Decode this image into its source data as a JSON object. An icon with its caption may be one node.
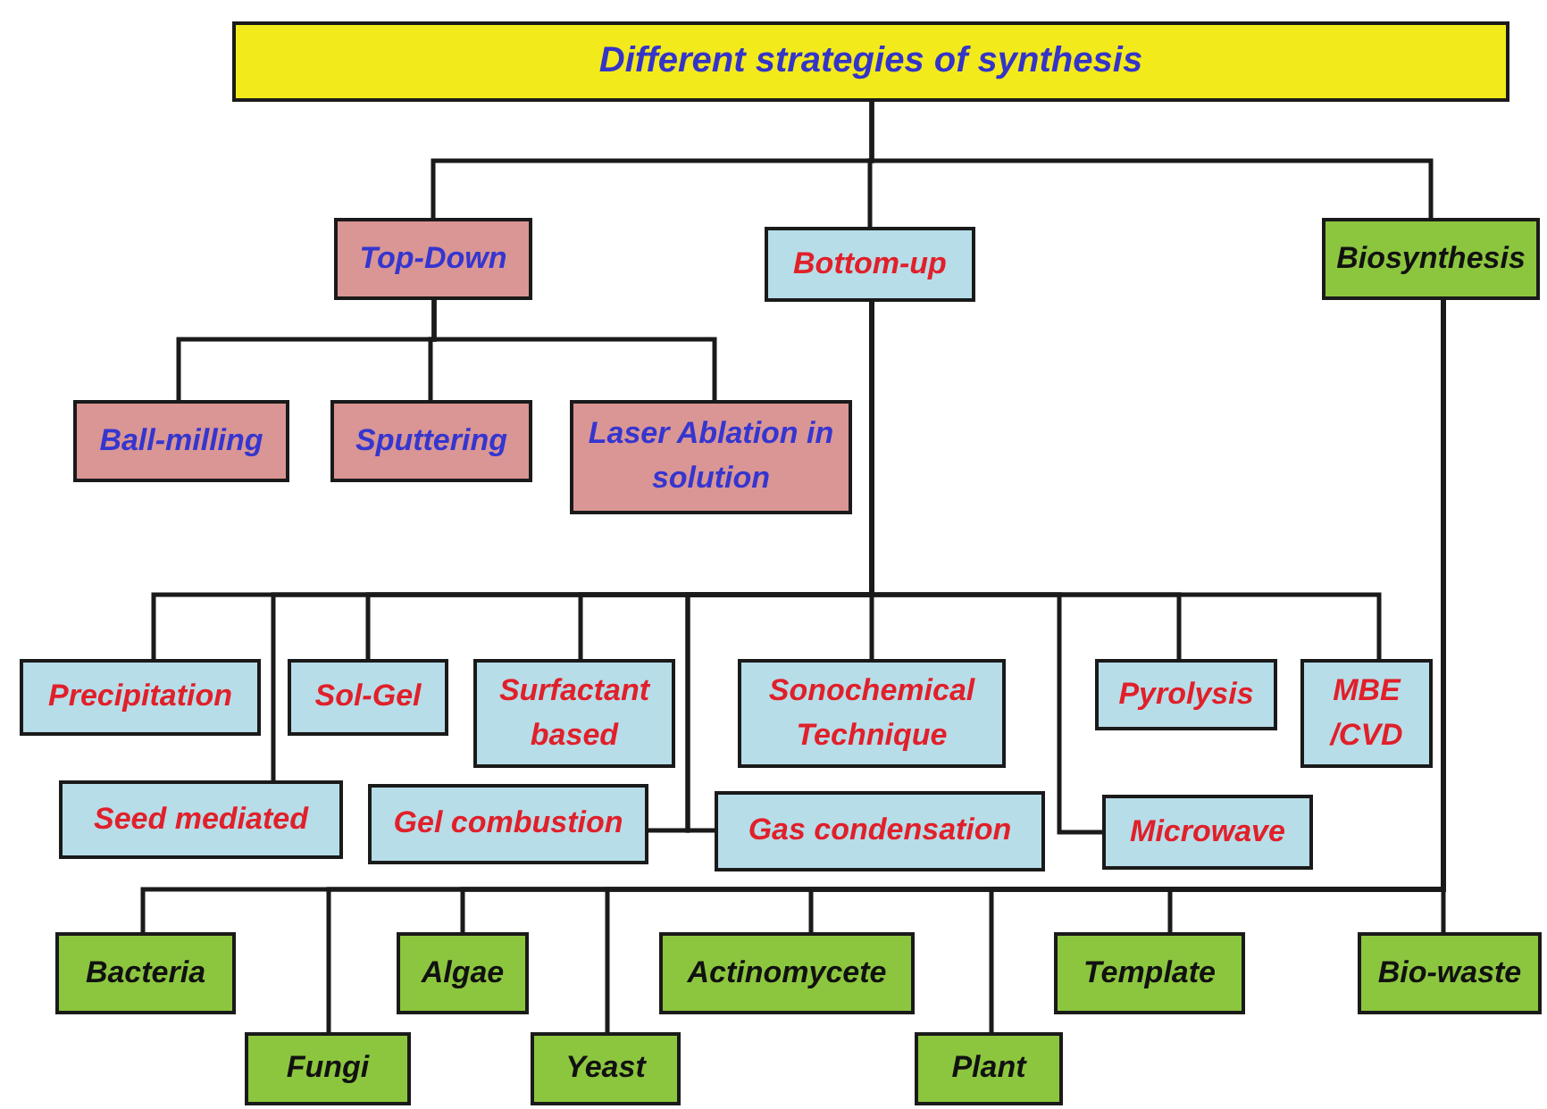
{
  "diagram": {
    "nodes": [
      {
        "text": [
          "Different strategies of synthesis"
        ]
      },
      {
        "text": [
          "Top-Down"
        ]
      },
      {
        "text": [
          "Bottom-up"
        ]
      },
      {
        "text": [
          "Biosynthesis"
        ]
      },
      {
        "text": [
          "Ball-milling"
        ]
      },
      {
        "text": [
          "Sputtering"
        ]
      },
      {
        "text": [
          "Laser Ablation in solution"
        ]
      },
      {
        "text": [
          "Precipitation"
        ]
      },
      {
        "text": [
          "Sol-Gel"
        ]
      },
      {
        "text": [
          "Surfactant based"
        ]
      },
      {
        "text": [
          "Sonochemical Technique"
        ]
      },
      {
        "text": [
          "Pyrolysis"
        ]
      },
      {
        "text": [
          "MBE /CVD"
        ]
      },
      {
        "text": [
          "Seed mediated"
        ]
      },
      {
        "text": [
          "Gel combustion"
        ]
      },
      {
        "text": [
          "Gas condensation"
        ]
      },
      {
        "text": [
          "Microwave"
        ]
      },
      {
        "text": [
          "Bacteria"
        ]
      },
      {
        "text": [
          "Algae"
        ]
      },
      {
        "text": [
          "Actinomycete"
        ]
      },
      {
        "text": [
          "Template"
        ]
      },
      {
        "text": [
          "Bio-waste"
        ]
      },
      {
        "text": [
          "Fungi"
        ]
      },
      {
        "text": [
          "Yeast"
        ]
      },
      {
        "text": [
          "Plant"
        ]
      }
    ],
    "edges": [
      {
        "from": 0,
        "to": 1,
        "arrow": "none"
      },
      {
        "from": 0,
        "to": 2,
        "arrow": "none"
      },
      {
        "from": 0,
        "to": 3,
        "arrow": "none"
      },
      {
        "from": 1,
        "to": 4,
        "arrow": "none"
      },
      {
        "from": 1,
        "to": 5,
        "arrow": "none"
      },
      {
        "from": 1,
        "to": 6,
        "arrow": "none"
      },
      {
        "from": 2,
        "to": 7,
        "arrow": "none"
      },
      {
        "from": 2,
        "to": 8,
        "arrow": "none"
      },
      {
        "from": 2,
        "to": 9,
        "arrow": "none"
      },
      {
        "from": 2,
        "to": 10,
        "arrow": "none"
      },
      {
        "from": 2,
        "to": 11,
        "arrow": "none"
      },
      {
        "from": 2,
        "to": 12,
        "arrow": "none"
      },
      {
        "from": 2,
        "to": 13,
        "arrow": "none"
      },
      {
        "from": 2,
        "to": 14,
        "arrow": "none"
      },
      {
        "from": 2,
        "to": 15,
        "arrow": "none"
      },
      {
        "from": 2,
        "to": 16,
        "arrow": "none"
      },
      {
        "from": 3,
        "to": 17,
        "arrow": "none"
      },
      {
        "from": 3,
        "to": 18,
        "arrow": "none"
      },
      {
        "from": 3,
        "to": 19,
        "arrow": "none"
      },
      {
        "from": 3,
        "to": 20,
        "arrow": "none"
      },
      {
        "from": 3,
        "to": 21,
        "arrow": "none"
      },
      {
        "from": 3,
        "to": 22,
        "arrow": "none"
      },
      {
        "from": 3,
        "to": 23,
        "arrow": "none"
      },
      {
        "from": 3,
        "to": 24,
        "arrow": "none"
      }
    ]
  }
}
